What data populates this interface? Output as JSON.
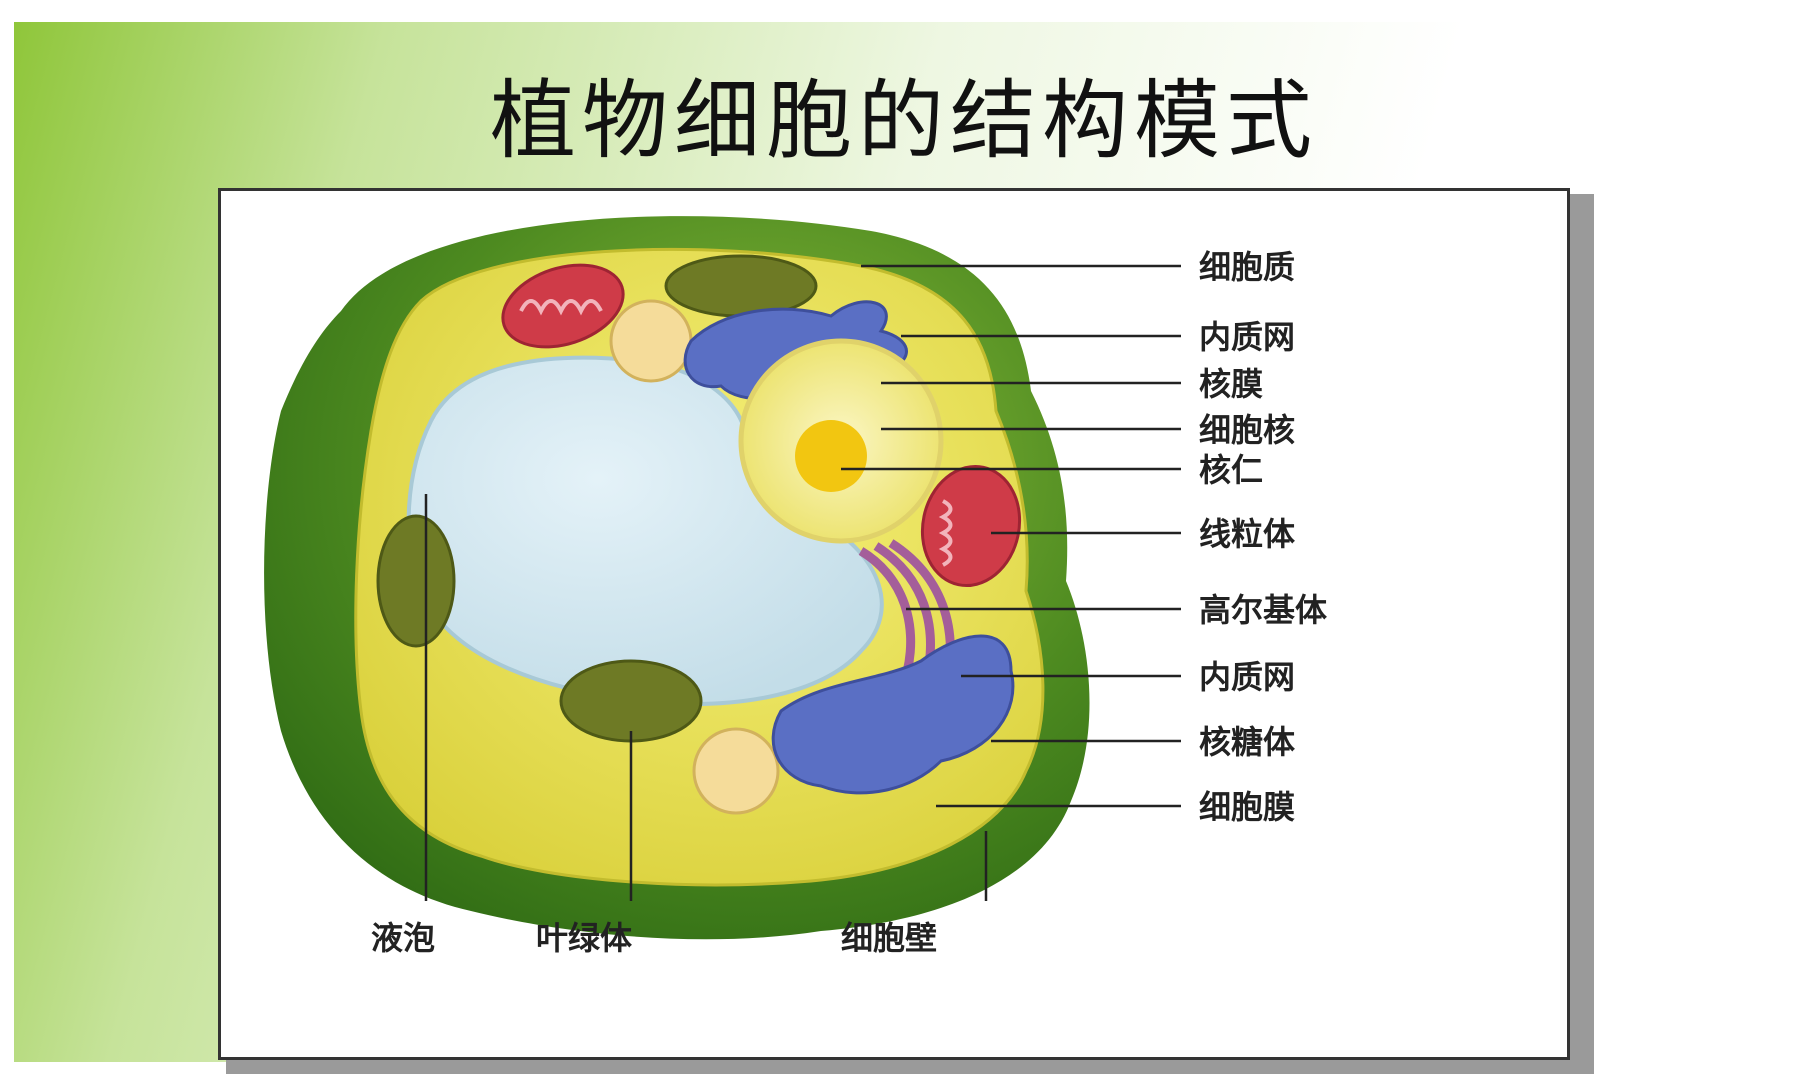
{
  "title": "植物细胞的结构模式",
  "labels": {
    "cytoplasm": "细胞质",
    "er_top": "内质网",
    "nuclear_envelope": "核膜",
    "nucleus": "细胞核",
    "nucleolus": "核仁",
    "mitochondrion": "线粒体",
    "golgi": "高尔基体",
    "er_bottom": "内质网",
    "ribosome": "核糖体",
    "cell_membrane": "细胞膜",
    "vacuole": "液泡",
    "chloroplast": "叶绿体",
    "cell_wall": "细胞壁"
  },
  "colors": {
    "cell_wall": "#4f8a1f",
    "cytoplasm": "#e8e24a",
    "vacuole": "#d3e9f3",
    "mitochondrion": "#cf3b48",
    "er": "#5a6fc4",
    "golgi": "#a45e9a",
    "nucleus": "#f1ee9a",
    "nucleolus": "#f2c611",
    "chloroplast": "#6e7a25"
  }
}
